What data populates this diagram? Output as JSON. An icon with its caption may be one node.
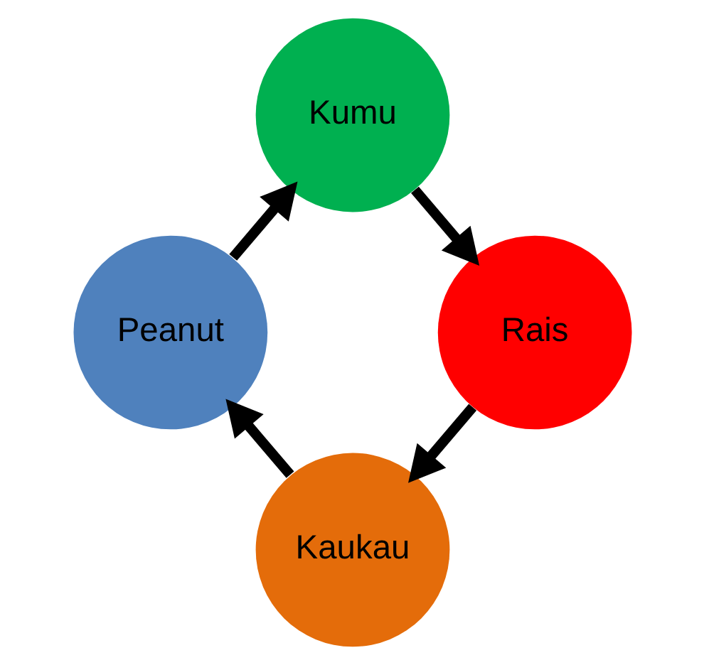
{
  "diagram": {
    "nodes": [
      {
        "text": [
          "Kumu"
        ]
      },
      {
        "text": [
          "Rais"
        ]
      },
      {
        "text": [
          "Kaukau"
        ]
      },
      {
        "text": [
          "Peanut"
        ]
      }
    ],
    "edges": [
      {
        "from": 0,
        "to": 1,
        "arrow": "to"
      },
      {
        "from": 1,
        "to": 2,
        "arrow": "to"
      },
      {
        "from": 2,
        "to": 3,
        "arrow": "to"
      },
      {
        "from": 3,
        "to": 0,
        "arrow": "to"
      }
    ]
  }
}
